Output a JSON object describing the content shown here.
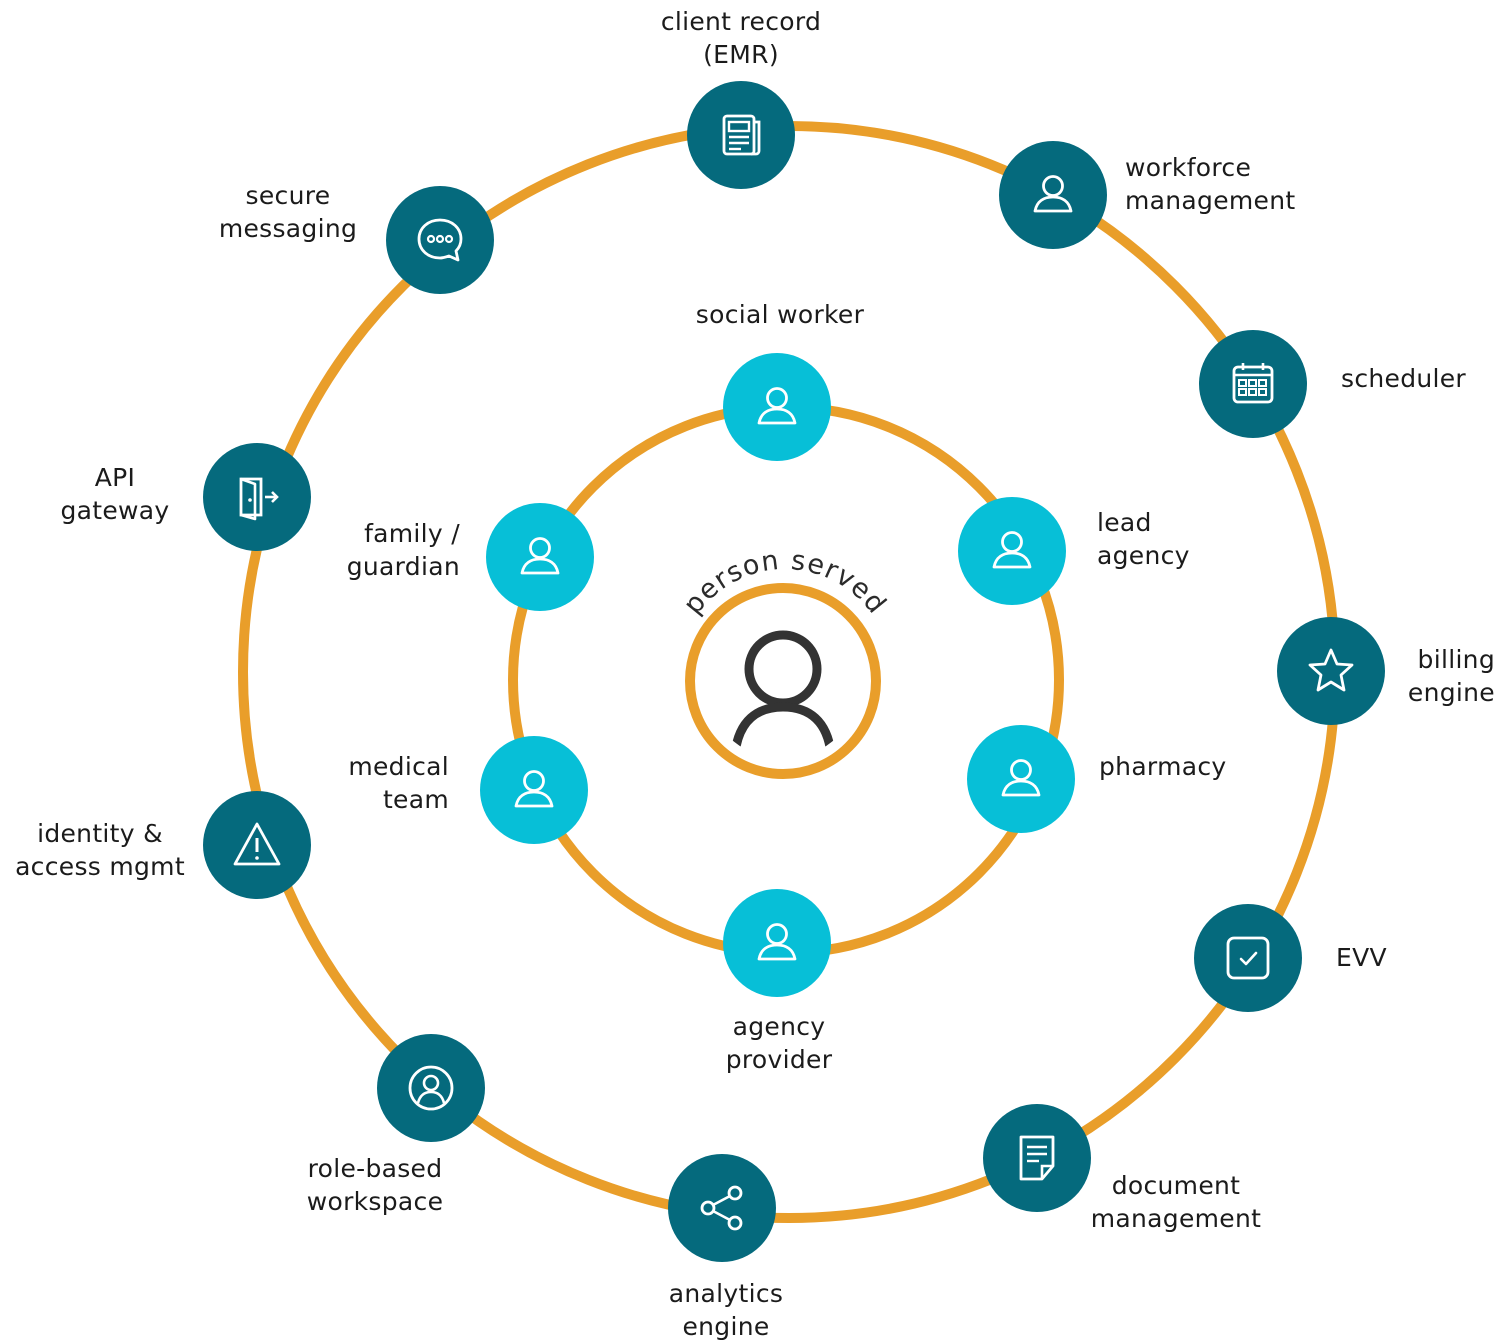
{
  "center": {
    "label": "person served",
    "icon": "person-icon"
  },
  "inner_nodes": [
    {
      "id": "social-worker",
      "label": "social worker",
      "icon": "person-icon"
    },
    {
      "id": "lead-agency",
      "label": "lead\nagency",
      "icon": "person-icon"
    },
    {
      "id": "pharmacy",
      "label": "pharmacy",
      "icon": "person-icon"
    },
    {
      "id": "agency-provider",
      "label": "agency\nprovider",
      "icon": "person-icon"
    },
    {
      "id": "medical-team",
      "label": "medical\nteam",
      "icon": "person-icon"
    },
    {
      "id": "family-guardian",
      "label": "family /\nguardian",
      "icon": "person-icon"
    }
  ],
  "outer_nodes": [
    {
      "id": "client-record",
      "label": "client record\n(EMR)",
      "icon": "document-icon"
    },
    {
      "id": "workforce-management",
      "label": "workforce\nmanagement",
      "icon": "person-icon"
    },
    {
      "id": "scheduler",
      "label": "scheduler",
      "icon": "calendar-icon"
    },
    {
      "id": "billing-engine",
      "label": "billing\nengine",
      "icon": "star-icon"
    },
    {
      "id": "evv",
      "label": "EVV",
      "icon": "checkbox-icon"
    },
    {
      "id": "document-management",
      "label": "document\nmanagement",
      "icon": "note-icon"
    },
    {
      "id": "analytics-engine",
      "label": "analytics\nengine",
      "icon": "share-icon"
    },
    {
      "id": "role-based-workspace",
      "label": "role-based\nworkspace",
      "icon": "user-circle-icon"
    },
    {
      "id": "identity-access",
      "label": "identity &\naccess mgmt",
      "icon": "warning-icon"
    },
    {
      "id": "api-gateway",
      "label": "API\ngateway",
      "icon": "door-exit-icon"
    },
    {
      "id": "secure-messaging",
      "label": "secure\nmessaging",
      "icon": "chat-bubble-icon"
    }
  ],
  "colors": {
    "ring": "#e99e2a",
    "system_node": "#056a7d",
    "person_node": "#07bfd7",
    "center_icon": "#333333"
  }
}
